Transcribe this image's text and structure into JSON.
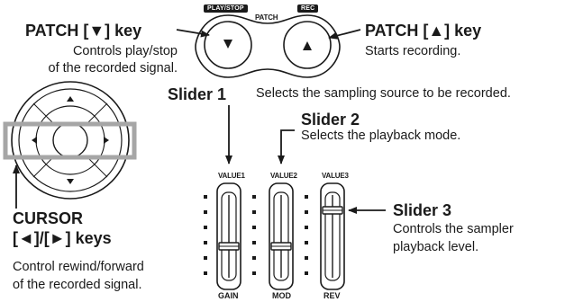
{
  "panel": {
    "play_stop_tag": "PLAY/STOP",
    "patch_tag": "PATCH",
    "rec_tag": "REC",
    "slider_top_labels": [
      "VALUE1",
      "VALUE2",
      "VALUE3"
    ],
    "slider_bottom_labels": [
      "GAIN",
      "MOD",
      "REV"
    ]
  },
  "callouts": {
    "patch_down": {
      "title": "PATCH [▼] key",
      "lines": [
        "Controls play/stop",
        "of the recorded signal."
      ]
    },
    "patch_up": {
      "title": "PATCH [▲] key",
      "lines": [
        "Starts recording."
      ]
    },
    "slider1": {
      "title": "Slider 1",
      "desc": "Selects the sampling source to be recorded."
    },
    "slider2": {
      "title": "Slider 2",
      "desc": "Selects the playback mode."
    },
    "slider3": {
      "title": "Slider 3",
      "lines": [
        "Controls the sampler",
        "playback level."
      ]
    },
    "cursor": {
      "title_line1": "CURSOR",
      "title_line2": "[◄]/[►] keys",
      "lines": [
        "Control rewind/forward",
        "of the recorded signal."
      ]
    }
  },
  "colors": {
    "ink": "#1a1a1a",
    "highlight_box": "#a6a6a6"
  }
}
